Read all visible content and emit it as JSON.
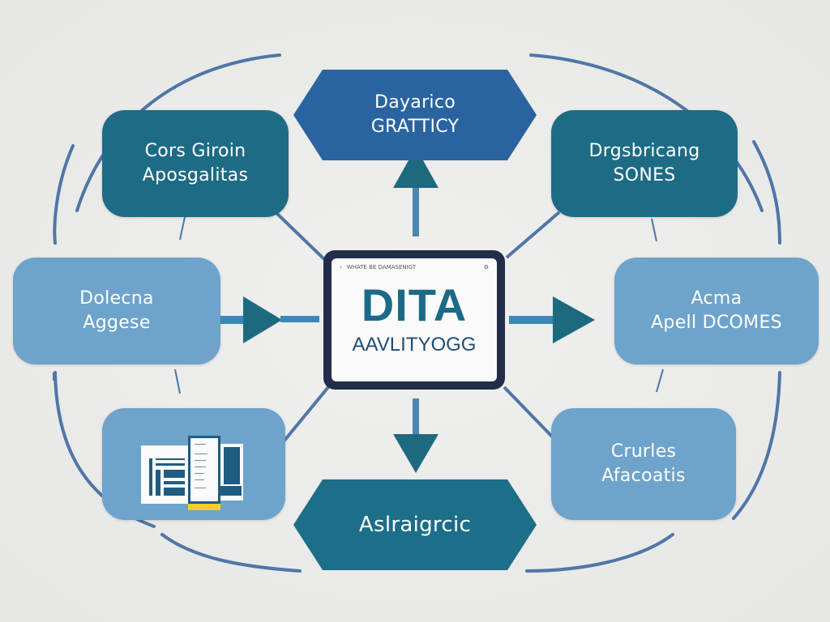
{
  "diagram": {
    "title": "Data Analytics hub diagram",
    "center": {
      "title": "DITA",
      "subtitle": "AAVLITYOGG",
      "top_bar_text": "WHATE BE DAMASENIGT",
      "back_icon": "chevron-left-icon",
      "settings_icon": "gear-icon"
    },
    "nodes": {
      "top": {
        "line1": "Dayarico",
        "line2": "GRATTICY"
      },
      "top_left": {
        "line1": "Cors Giroin",
        "line2": "Aposgalitas"
      },
      "top_right": {
        "line1": "Drgsbricang",
        "line2": "SONES"
      },
      "left": {
        "line1": "Dolecna",
        "line2": "Aggese"
      },
      "right": {
        "line1": "Acma",
        "line2": "Apell DCOMES"
      },
      "bottom_left": {
        "icon": "documents-dashboard-icon"
      },
      "bottom_right": {
        "line1": "Crurles",
        "line2": "Afacoatis"
      },
      "bottom": {
        "line1": "Aslraigrcic"
      }
    },
    "colors": {
      "dark_teal": "#1e6b85",
      "light_blue": "#6ea3cb",
      "hex_blue": "#2a64a0",
      "connector": "#4f76a8",
      "tablet_frame": "#232c48",
      "highlight": "#f2cf2c"
    }
  }
}
